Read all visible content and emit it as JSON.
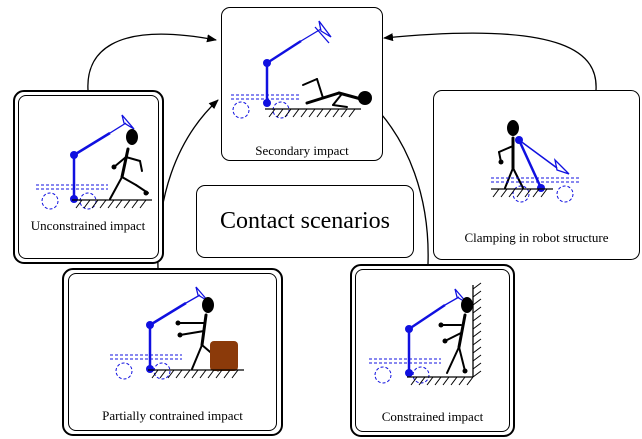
{
  "title": "Contact scenarios",
  "scenarios": [
    {
      "id": "secondary",
      "label": "Secondary impact"
    },
    {
      "id": "unconstrained",
      "label": "Unconstrained impact"
    },
    {
      "id": "clamping",
      "label": "Clamping in robot structure"
    },
    {
      "id": "partial",
      "label": "Partially contrained impact"
    },
    {
      "id": "constrained",
      "label": "Constrained impact"
    }
  ],
  "colors": {
    "robot": "#1010e0",
    "human": "#000000",
    "obstacle": "#8b3a0a"
  }
}
